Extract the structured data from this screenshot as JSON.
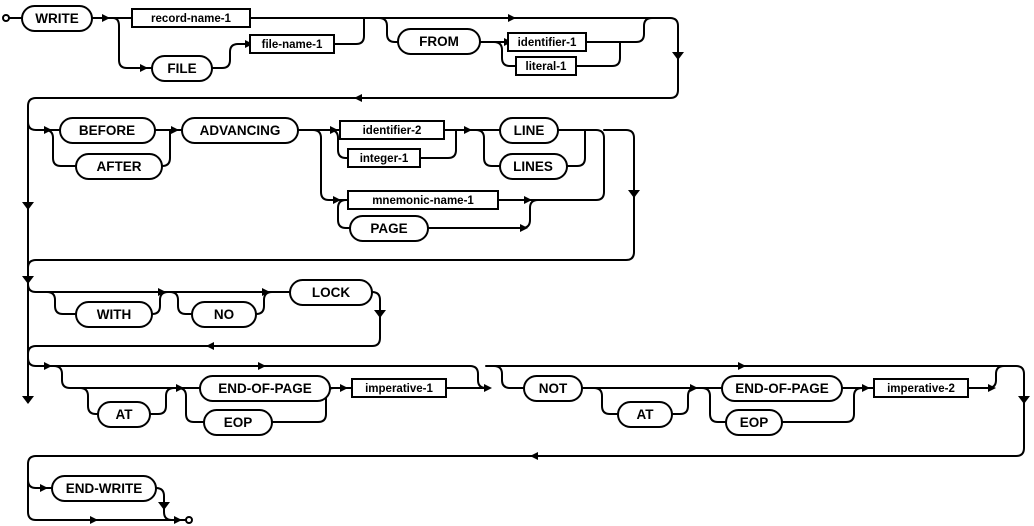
{
  "keywords": {
    "write": "WRITE",
    "file": "FILE",
    "from": "FROM",
    "before": "BEFORE",
    "after": "AFTER",
    "advancing": "ADVANCING",
    "line": "LINE",
    "lines": "LINES",
    "page": "PAGE",
    "with": "WITH",
    "no": "NO",
    "lock": "LOCK",
    "at": "AT",
    "end_of_page": "END-OF-PAGE",
    "eop": "EOP",
    "not": "NOT",
    "end_write": "END-WRITE"
  },
  "operands": {
    "record_name_1": "record-name-1",
    "file_name_1": "file-name-1",
    "identifier_1": "identifier-1",
    "literal_1": "literal-1",
    "identifier_2": "identifier-2",
    "integer_1": "integer-1",
    "mnemonic_name_1": "mnemonic-name-1",
    "imperative_1": "imperative-1",
    "imperative_2": "imperative-2"
  }
}
